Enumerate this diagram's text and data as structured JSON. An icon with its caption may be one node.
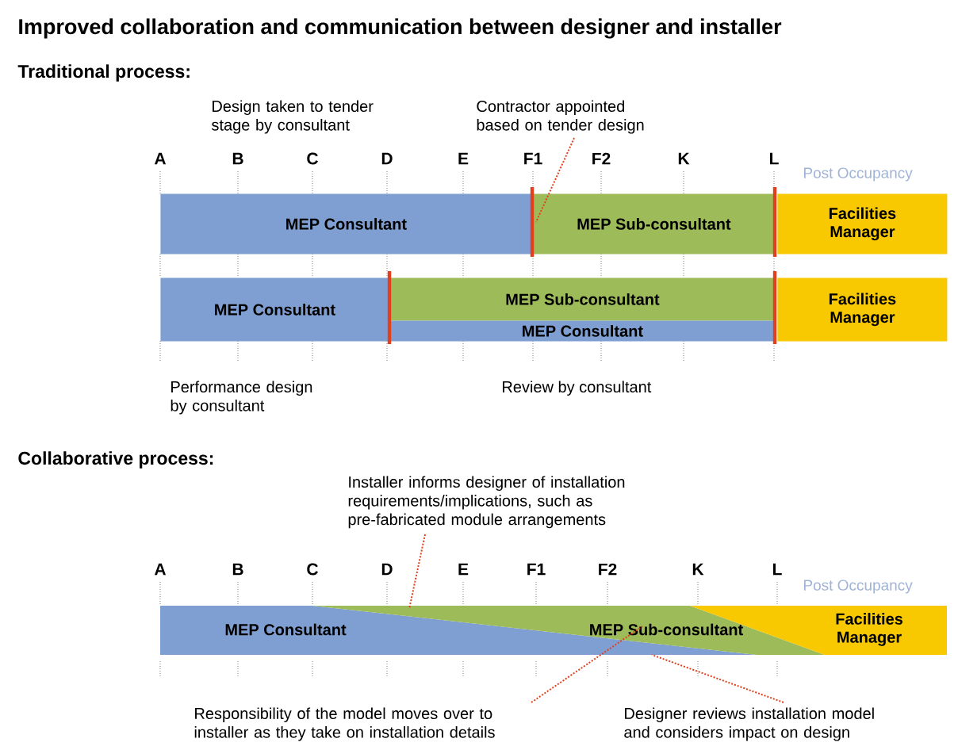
{
  "diagram": {
    "title": "Improved collaboration and communication between designer and installer",
    "nodes": [
      {
        "text": [
          "Contractor appointed based on tender design"
        ]
      },
      {
        "text": [
          "MEP Consultant"
        ]
      },
      {
        "text": [
          "MEP Sub-consultant"
        ]
      },
      {
        "text": [
          "Facilities Manager"
        ]
      },
      {
        "text": [
          "MEP Consultant"
        ]
      },
      {
        "text": [
          "MEP Sub-consultant"
        ]
      },
      {
        "text": [
          "MEP Consultant"
        ]
      },
      {
        "text": [
          "Facilities Manager"
        ]
      },
      {
        "text": [
          "Installer informs designer of installation requirements/implications, such as pre-fabricated module arrangements"
        ]
      },
      {
        "text": [
          "MEP Consultant"
        ]
      },
      {
        "text": [
          "MEP Sub-consultant"
        ]
      },
      {
        "text": [
          "Facilities Manager"
        ]
      },
      {
        "text": [
          "Responsibility of the model moves over to installer as they take on installation details"
        ]
      },
      {
        "text": [
          "Designer reviews installation model and considers impact on design"
        ]
      }
    ],
    "edges": [
      {
        "from": 0,
        "to": 2,
        "arrow": "none"
      },
      {
        "from": 8,
        "to": 10,
        "arrow": "none"
      },
      {
        "from": 12,
        "to": 10,
        "arrow": "none"
      },
      {
        "from": 13,
        "to": 9,
        "arrow": "none"
      }
    ],
    "labels": [
      "Traditional process:",
      "Design taken to tender stage by consultant",
      "A",
      "B",
      "C",
      "D",
      "E",
      "F1",
      "F2",
      "K",
      "L",
      "Post Occupancy",
      "Performance design by consultant",
      "Review by consultant",
      "Collaborative process:",
      "A",
      "B",
      "C",
      "D",
      "E",
      "F1",
      "F2",
      "K",
      "L",
      "Post Occupancy"
    ]
  }
}
